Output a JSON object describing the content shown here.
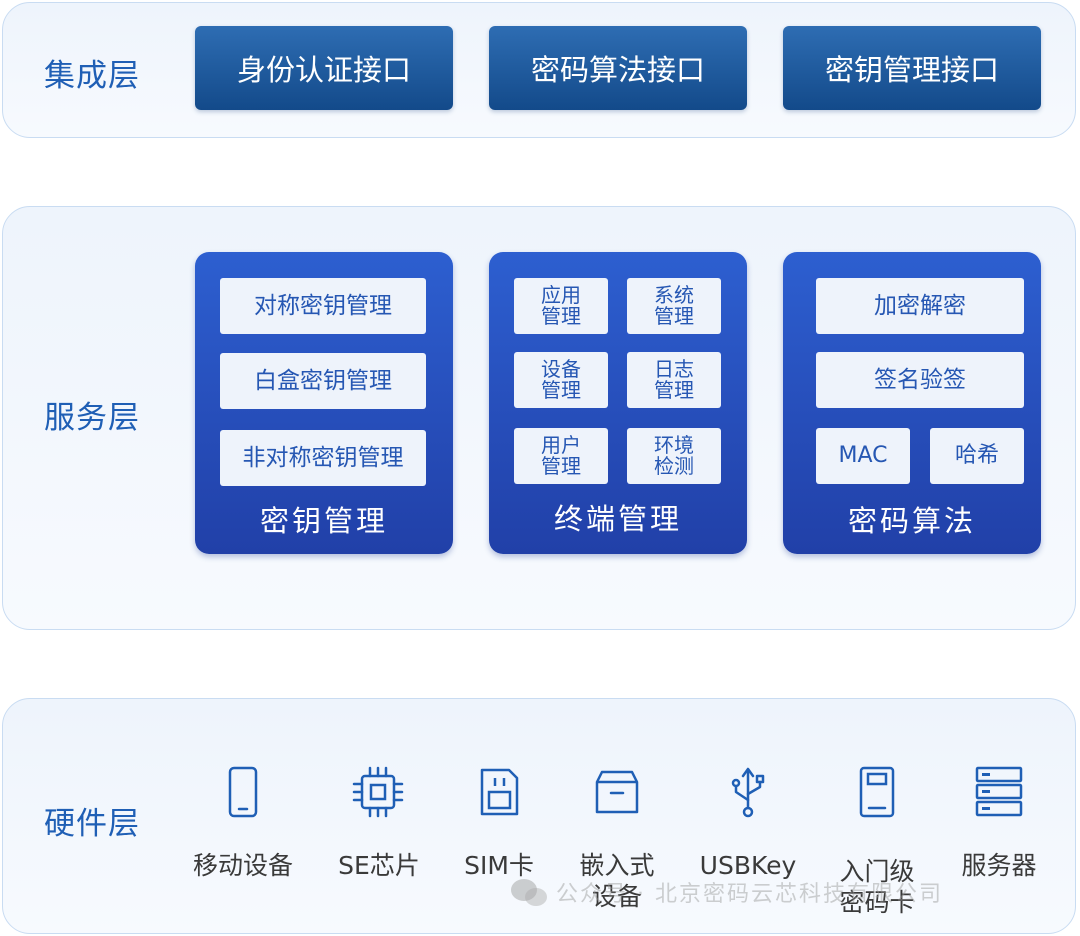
{
  "integration": {
    "label": "集成层",
    "items": [
      "身份认证接口",
      "密码算法接口",
      "密钥管理接口"
    ]
  },
  "service": {
    "label": "服务层",
    "key_mgmt": {
      "title": "密钥管理",
      "items": [
        "对称密钥管理",
        "白盒密钥管理",
        "非对称密钥管理"
      ]
    },
    "terminal_mgmt": {
      "title": "终端管理",
      "items": [
        "应用\n管理",
        "系统\n管理",
        "设备\n管理",
        "日志\n管理",
        "用户\n管理",
        "环境\n检测"
      ]
    },
    "crypto_algo": {
      "title": "密码算法",
      "items": [
        "加密解密",
        "签名验签",
        "MAC",
        "哈希"
      ]
    }
  },
  "hardware": {
    "label": "硬件层",
    "items": [
      {
        "label": "移动设备",
        "icon": "mobile-phone-icon"
      },
      {
        "label": "SE芯片",
        "icon": "chip-icon"
      },
      {
        "label": "SIM卡",
        "icon": "sim-card-icon"
      },
      {
        "label": "嵌入式\n设备",
        "icon": "embedded-box-icon"
      },
      {
        "label": "USBKey",
        "icon": "usb-icon"
      },
      {
        "label": "入门级\n密码卡",
        "icon": "crypto-card-icon"
      },
      {
        "label": "服务器",
        "icon": "server-icon"
      }
    ]
  },
  "watermark": "公众号 · 北京密码云芯科技有限公司",
  "colors": {
    "accent": "#1f5fb5",
    "integration_button": "#134a8a",
    "service_panel": "#2140a8",
    "layer_bg": "#eef4fc"
  }
}
